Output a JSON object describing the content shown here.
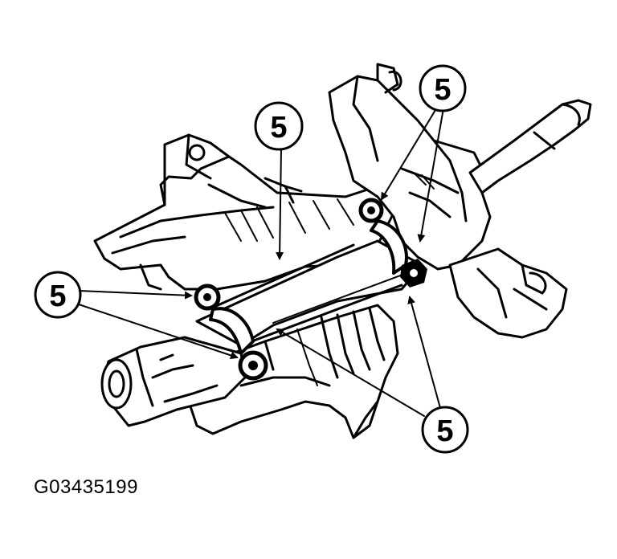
{
  "figure": {
    "id_label": "G03435199",
    "callouts": [
      {
        "label": "5"
      },
      {
        "label": "5"
      },
      {
        "label": "5"
      },
      {
        "label": "5"
      }
    ]
  }
}
